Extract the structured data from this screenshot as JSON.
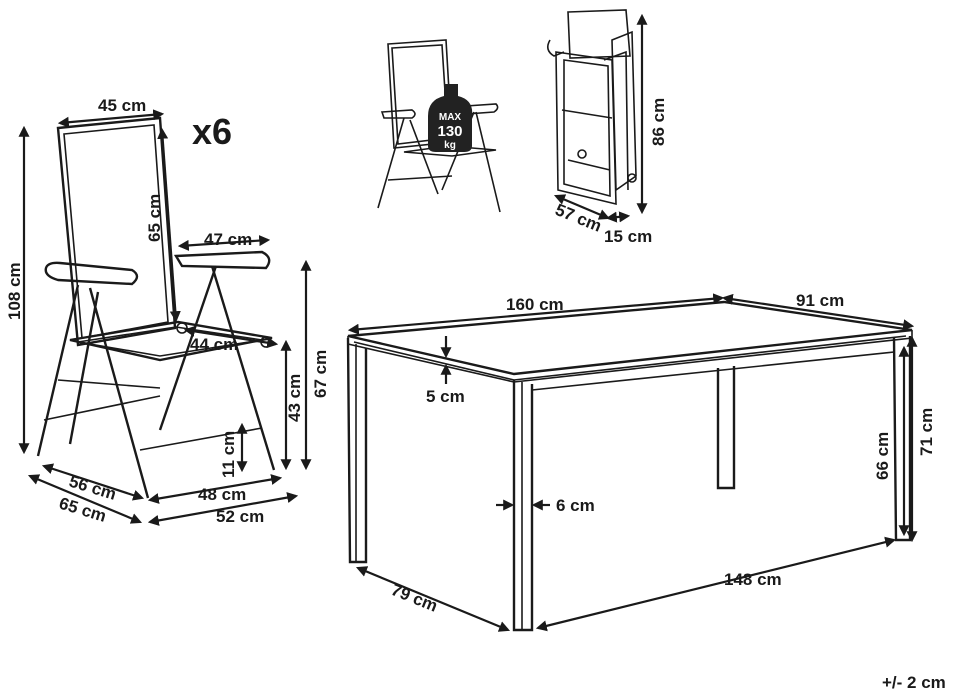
{
  "chair": {
    "quantity": "x6",
    "dims": {
      "width_top": "45 cm",
      "height_total": "108 cm",
      "back_height": "65 cm",
      "armrest_length": "47 cm",
      "seat_depth": "44 cm",
      "seat_height": "43 cm",
      "armrest_height": "67 cm",
      "foot_height": "11 cm",
      "depth_56": "56 cm",
      "depth_65": "65 cm",
      "width_48": "48 cm",
      "width_52": "52 cm"
    },
    "max_load": {
      "line1": "MAX",
      "line2": "130",
      "line3": "kg"
    }
  },
  "folded": {
    "height": "86 cm",
    "depth": "57 cm",
    "thickness": "15 cm"
  },
  "table": {
    "length_top": "160 cm",
    "width_top": "91 cm",
    "top_thickness": "5 cm",
    "height_inner": "66 cm",
    "height_total": "71 cm",
    "leg_width": "6 cm",
    "length_bottom": "148 cm",
    "width_bottom": "79 cm"
  },
  "tolerance": "+/- 2 cm"
}
